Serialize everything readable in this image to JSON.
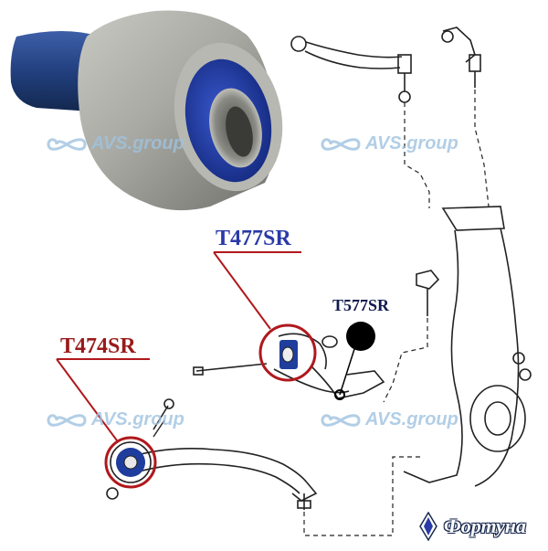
{
  "labels": {
    "t477": "T477SR",
    "t474": "T474SR",
    "t577": "T577SR"
  },
  "watermark": {
    "text": "AVS.group",
    "icon": "infinity-icon"
  },
  "brand": {
    "text": "Фортуна",
    "icon": "brand-logo-icon"
  },
  "colors": {
    "callout_red": "#b0181c",
    "label_blue": "#2a3aa8",
    "label_red": "#9a1a1a",
    "bushing_blue": "#1f3d9c",
    "watermark": "#9fc3e0"
  }
}
